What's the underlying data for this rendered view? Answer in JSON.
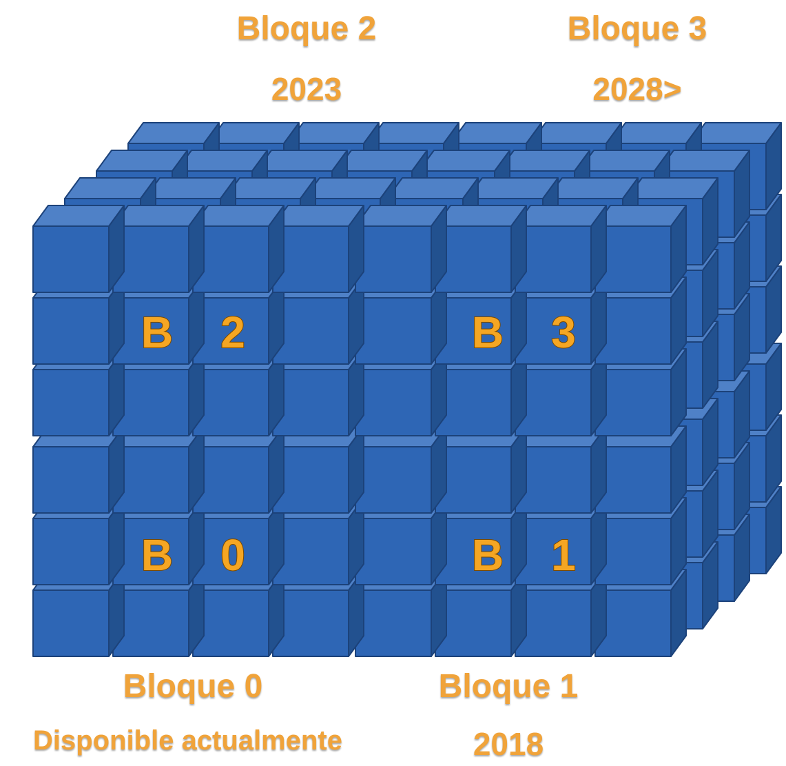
{
  "colors": {
    "cube_front": "#2e66b5",
    "cube_top": "#4f81c7",
    "cube_side": "#22518f",
    "cube_edge": "#1c427a",
    "label_text": "#f5a623",
    "label_outline": "#7a4a00",
    "caption": "#f0a33a"
  },
  "blocks": {
    "b2": {
      "title": "Bloque 2",
      "year": "2023",
      "letter": "B",
      "number": "2"
    },
    "b3": {
      "title": "Bloque 3",
      "year": "2028>",
      "letter": "B",
      "number": "3"
    },
    "b0": {
      "title": "Bloque 0",
      "year": "Disponible actualmente",
      "letter": "B",
      "number": "0"
    },
    "b1": {
      "title": "Bloque 1",
      "year": "2018",
      "letter": "B",
      "number": "1"
    }
  }
}
